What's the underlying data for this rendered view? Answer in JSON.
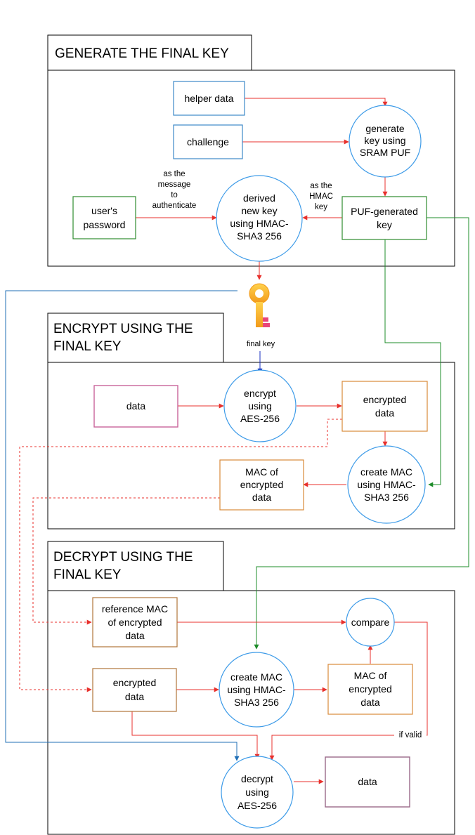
{
  "sections": {
    "generate": {
      "title": "GENERATE THE FINAL KEY"
    },
    "encrypt": {
      "title_line1": "ENCRYPT USING THE",
      "title_line2": "FINAL KEY"
    },
    "decrypt": {
      "title_line1": "DECRYPT USING THE",
      "title_line2": "FINAL KEY"
    }
  },
  "generate": {
    "helper_data": "helper data",
    "challenge": "challenge",
    "puf_gen_1": "generate",
    "puf_gen_2": "key using",
    "puf_gen_3": "SRAM PUF",
    "puf_key_1": "PUF-generated",
    "puf_key_2": "key",
    "password_1": "user's",
    "password_2": "password",
    "derive_1": "derived",
    "derive_2": "new key",
    "derive_3": "using HMAC-",
    "derive_4": "SHA3 256",
    "msg_label_1": "as the",
    "msg_label_2": "message",
    "msg_label_3": "to",
    "msg_label_4": "authenticate",
    "hmac_label_1": "as the",
    "hmac_label_2": "HMAC",
    "hmac_label_3": "key"
  },
  "final_key_label": "final key",
  "encrypt": {
    "data": "data",
    "enc_1": "encrypt",
    "enc_2": "using",
    "enc_3": "AES-256",
    "encdata_1": "encrypted",
    "encdata_2": "data",
    "mac_1": "create MAC",
    "mac_2": "using HMAC-",
    "mac_3": "SHA3 256",
    "macout_1": "MAC of",
    "macout_2": "encrypted",
    "macout_3": "data"
  },
  "decrypt": {
    "ref_1": "reference MAC",
    "ref_2": "of encrypted",
    "ref_3": "data",
    "compare": "compare",
    "encdata_1": "encrypted",
    "encdata_2": "data",
    "mac_1": "create MAC",
    "mac_2": "using HMAC-",
    "mac_3": "SHA3 256",
    "macout_1": "MAC of",
    "macout_2": "encrypted",
    "macout_3": "data",
    "if_valid": "if valid",
    "dec_1": "decrypt",
    "dec_2": "using",
    "dec_3": "AES-256",
    "data": "data"
  },
  "colors": {
    "red": "#e8302c",
    "green": "#1e8c2a",
    "blue": "#1f6fb6",
    "navy": "#1a2fbf",
    "circle": "#3d9be8",
    "box_blue": "#3d88c8",
    "box_green": "#2e8b2e",
    "box_orange": "#d98a3a",
    "box_pink": "#c9649a",
    "box_purple": "#9a6a88",
    "brown": "#b0743a",
    "key_orange": "#f5a623",
    "key_pink": "#e8457a"
  }
}
